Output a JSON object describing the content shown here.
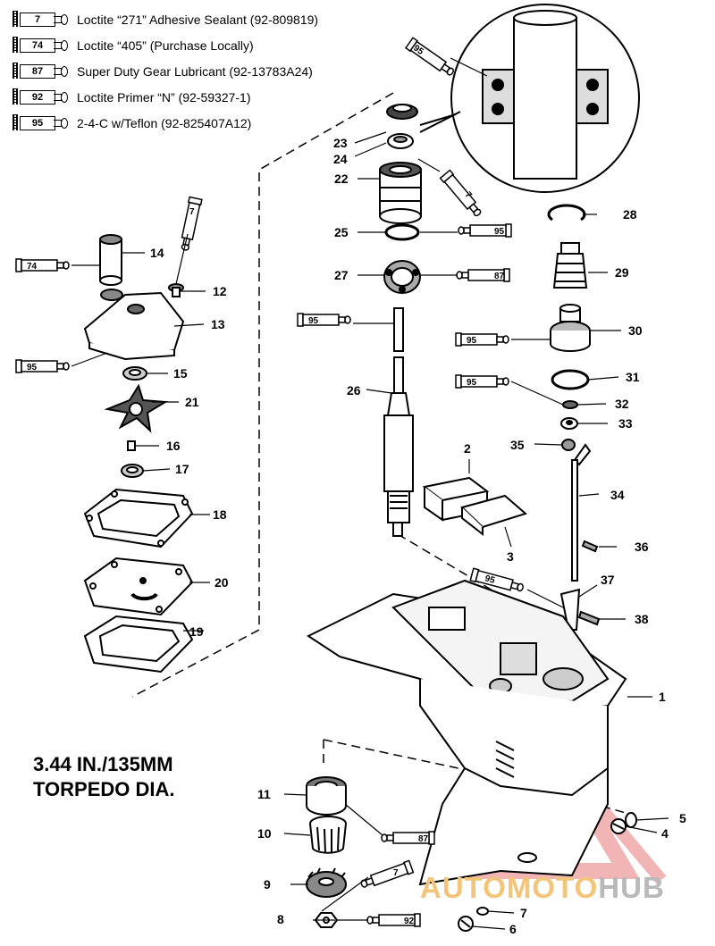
{
  "legend": [
    {
      "code": "7",
      "text": "Loctite “271” Adhesive Sealant (92-809819)"
    },
    {
      "code": "74",
      "text": "Loctite “405” (Purchase Locally)"
    },
    {
      "code": "87",
      "text": "Super Duty Gear Lubricant (92-13783A24)"
    },
    {
      "code": "92",
      "text": "Loctite Primer “N” (92-59327-1)"
    },
    {
      "code": "95",
      "text": "2-4-C w/Teflon (92-825407A12)"
    }
  ],
  "torpedo": {
    "line1": "3.44 IN./135MM",
    "line2": "TORPEDO DIA."
  },
  "watermark": {
    "part1": "AUTOMOTO",
    "part2": "HUB"
  },
  "callouts": {
    "c1": "1",
    "c2": "2",
    "c3": "3",
    "c4": "4",
    "c5": "5",
    "c6": "6",
    "c7": "7",
    "c8": "8",
    "c9": "9",
    "c10": "10",
    "c11": "11",
    "c12": "12",
    "c13": "13",
    "c14": "14",
    "c15": "15",
    "c16": "16",
    "c17": "17",
    "c18": "18",
    "c19": "19",
    "c20": "20",
    "c21": "21",
    "c22": "22",
    "c23": "23",
    "c24": "24",
    "c25": "25",
    "c26": "26",
    "c27": "27",
    "c28": "28",
    "c29": "29",
    "c30": "30",
    "c31": "31",
    "c32": "32",
    "c33": "33",
    "c34": "34",
    "c35": "35",
    "c36": "36",
    "c37": "37",
    "c38": "38"
  },
  "tube_labels": {
    "t95_top": "95",
    "t7_top": "7",
    "t95_25": "95",
    "t87_27": "87",
    "t7_12": "7",
    "t74_14": "74",
    "t95_13": "95",
    "t95_26": "95",
    "t95_30": "95",
    "t95_32": "95",
    "t95_37": "95",
    "t87_10": "87",
    "t7_8": "7",
    "t92_8": "92"
  },
  "colors": {
    "line": "#000000",
    "watermark_orange": "#f2c57a",
    "watermark_grey": "#b9b9b9",
    "watermark_red": "#e87a7a"
  }
}
